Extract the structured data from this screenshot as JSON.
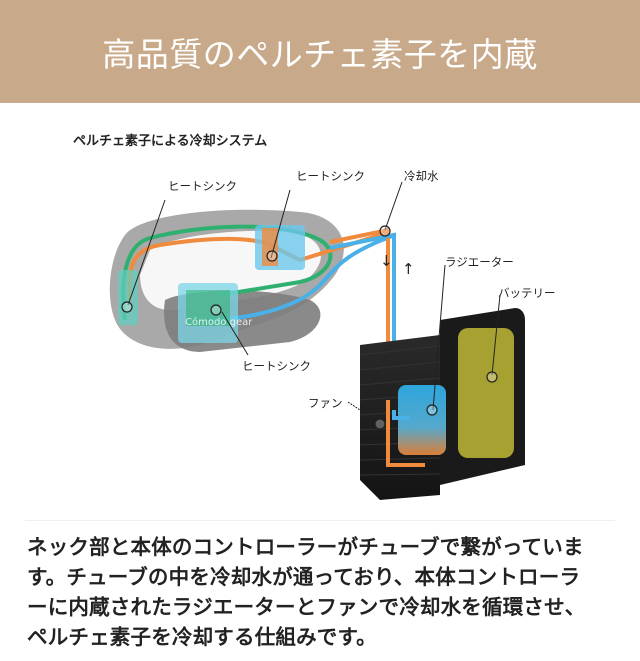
{
  "header": {
    "title": "高品質のペルチェ素子を内蔵",
    "background_color": "#c8a98a"
  },
  "diagram": {
    "subtitle": "ペルチェ素子による冷却システム",
    "brand_logo_text": "Cómodo gear",
    "labels": {
      "heatsink_left": "ヒートシンク",
      "heatsink_top": "ヒートシンク",
      "heatsink_bottom": "ヒートシンク",
      "coolant": "冷却水",
      "radiator": "ラジエーター",
      "battery": "バッテリー",
      "fan": "ファン"
    },
    "flow_arrows": {
      "down": "↓",
      "up": "↑"
    },
    "colors": {
      "hot_tube": "#f08a3c",
      "cold_tube": "#4ab0e8",
      "green_tube": "#2fb070",
      "battery": "#b7b034",
      "controller_body": "#1e1e1e",
      "neckband": "#8e8e8e"
    }
  },
  "description": {
    "lines": [
      "ネック部と本体のコントローラーがチューブで繋がっていま",
      "す。チューブの中を冷却水が通っており、本体コントローラ",
      "ーに内蔵されたラジエーターとファンで冷却水を循環させ、",
      "ペルチェ素子を冷却する仕組みです。"
    ]
  }
}
